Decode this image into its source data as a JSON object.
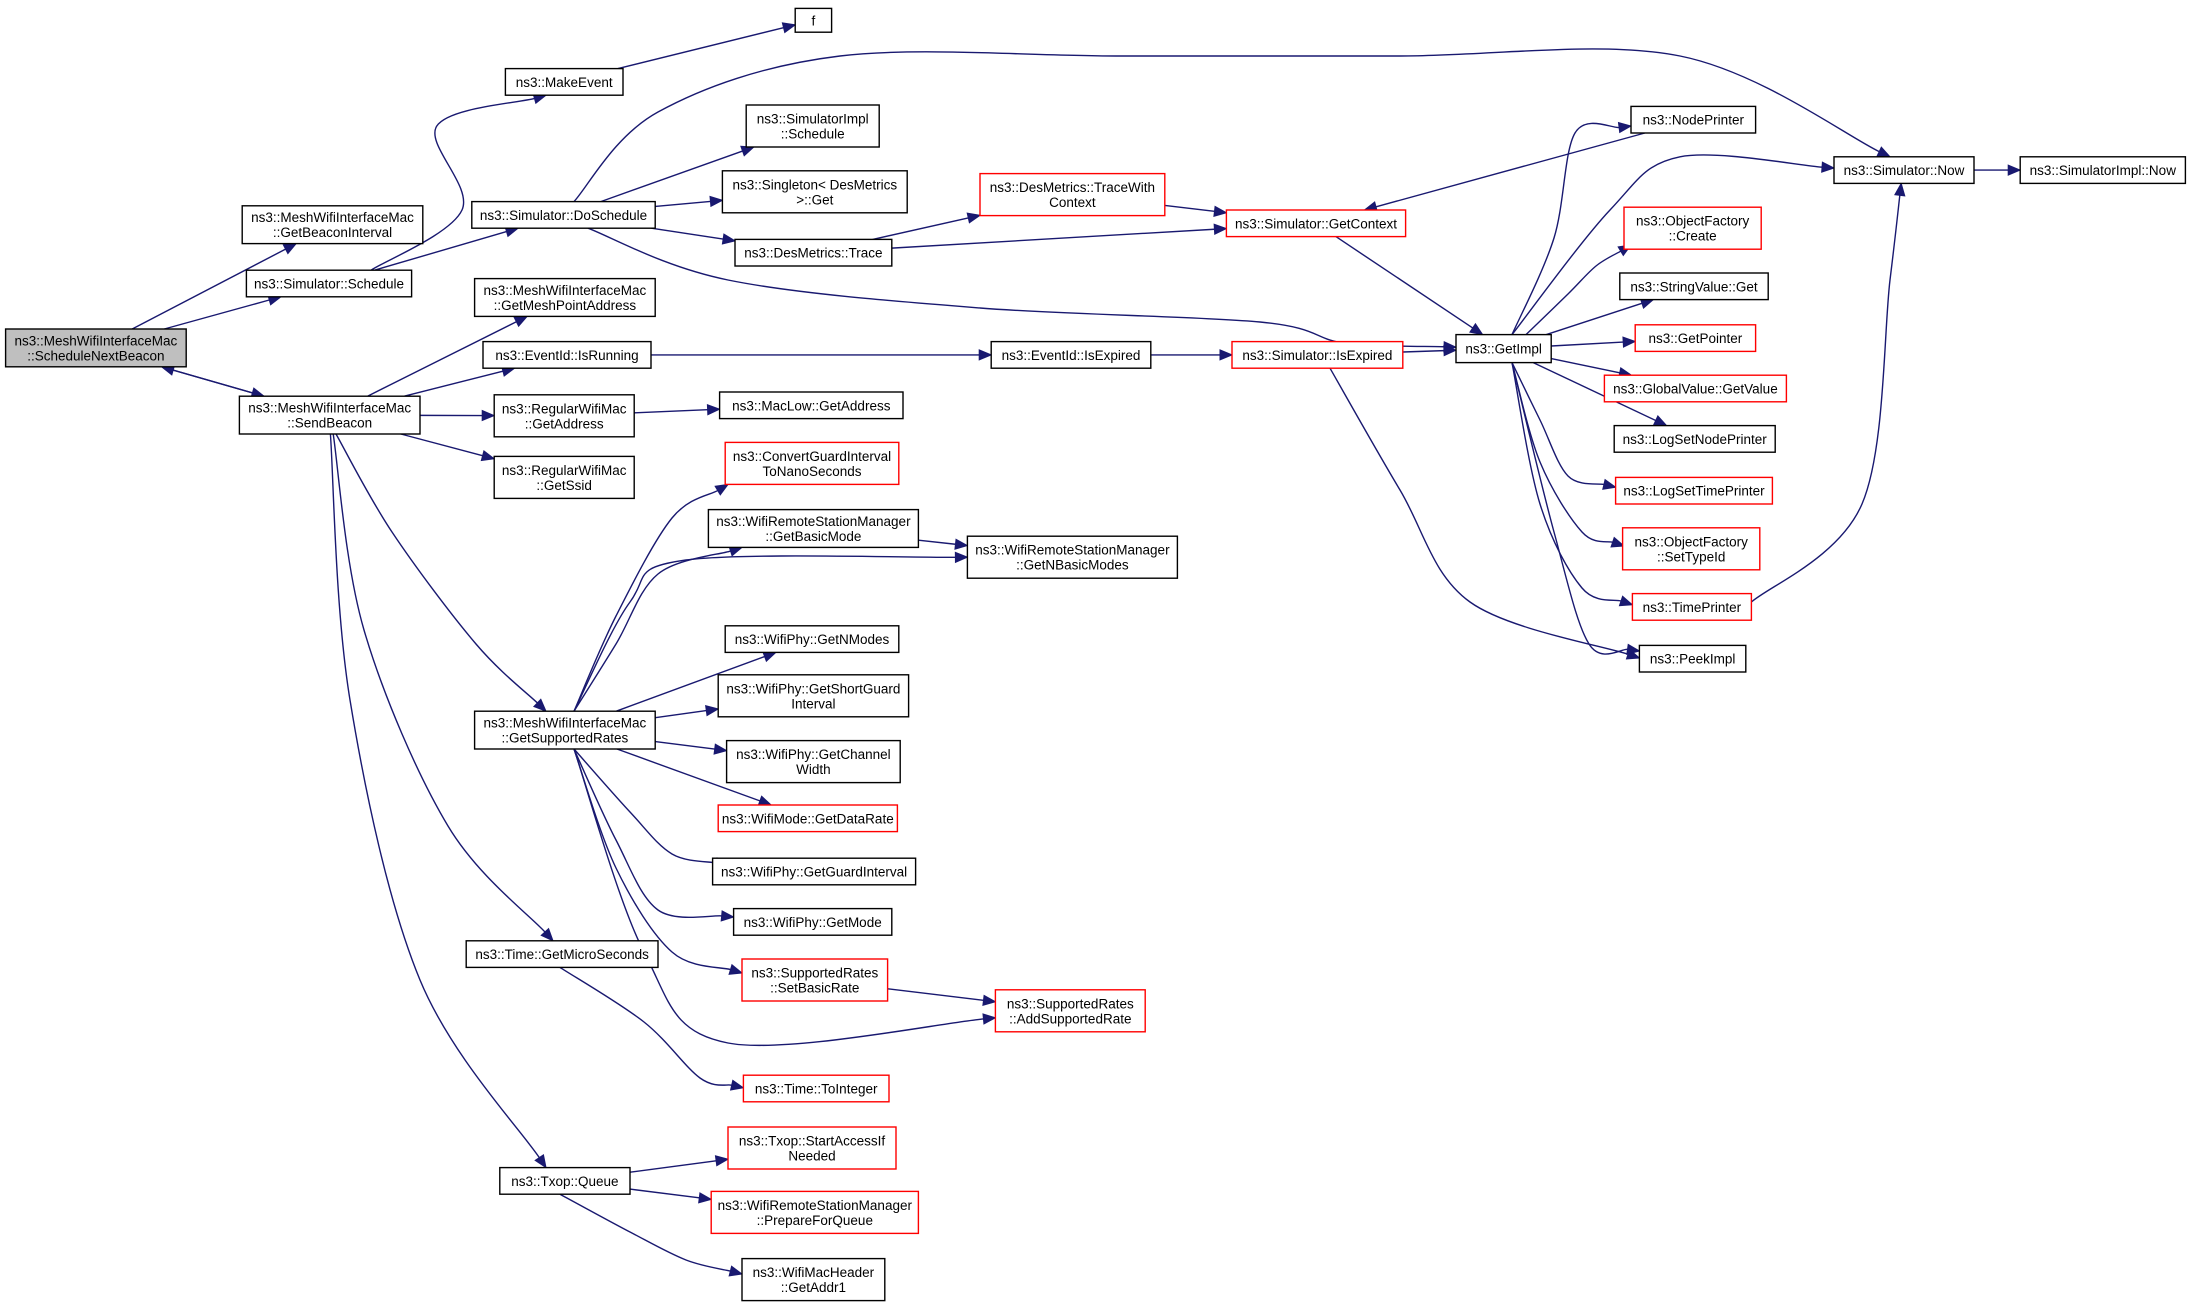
{
  "colors": {
    "edge": "#191970",
    "border_normal": "#000000",
    "border_link": "#ff0000",
    "root_fill": "#bfbfbf",
    "node_fill": "#ffffff"
  },
  "nodes": [
    {
      "id": "root",
      "lines": [
        "ns3::MeshWifiInterfaceMac",
        "::ScheduleNextBeacon"
      ],
      "style": "root"
    },
    {
      "id": "getBeaconInterval",
      "lines": [
        "ns3::MeshWifiInterfaceMac",
        "::GetBeaconInterval"
      ],
      "style": "normal"
    },
    {
      "id": "schedule",
      "lines": [
        "ns3::Simulator::Schedule"
      ],
      "style": "normal"
    },
    {
      "id": "sendBeacon",
      "lines": [
        "ns3::MeshWifiInterfaceMac",
        "::SendBeacon"
      ],
      "style": "normal"
    },
    {
      "id": "makeEvent",
      "lines": [
        "ns3::MakeEvent"
      ],
      "style": "normal"
    },
    {
      "id": "f",
      "lines": [
        "f"
      ],
      "style": "normal"
    },
    {
      "id": "doSchedule",
      "lines": [
        "ns3::Simulator::DoSchedule"
      ],
      "style": "normal"
    },
    {
      "id": "simImplSchedule",
      "lines": [
        "ns3::SimulatorImpl",
        "::Schedule"
      ],
      "style": "normal"
    },
    {
      "id": "singletonGet",
      "lines": [
        "ns3::Singleton< DesMetrics",
        ">::Get"
      ],
      "style": "normal"
    },
    {
      "id": "desTrace",
      "lines": [
        "ns3::DesMetrics::Trace"
      ],
      "style": "normal"
    },
    {
      "id": "desTraceWithContext",
      "lines": [
        "ns3::DesMetrics::TraceWith",
        "Context"
      ],
      "style": "link"
    },
    {
      "id": "getContext",
      "lines": [
        "ns3::Simulator::GetContext"
      ],
      "style": "link"
    },
    {
      "id": "getMeshPointAddress",
      "lines": [
        "ns3::MeshWifiInterfaceMac",
        "::GetMeshPointAddress"
      ],
      "style": "normal"
    },
    {
      "id": "isRunning",
      "lines": [
        "ns3::EventId::IsRunning"
      ],
      "style": "normal"
    },
    {
      "id": "eventIsExpired",
      "lines": [
        "ns3::EventId::IsExpired"
      ],
      "style": "normal"
    },
    {
      "id": "simIsExpired",
      "lines": [
        "ns3::Simulator::IsExpired"
      ],
      "style": "link"
    },
    {
      "id": "getImpl",
      "lines": [
        "ns3::GetImpl"
      ],
      "style": "normal"
    },
    {
      "id": "regGetAddress",
      "lines": [
        "ns3::RegularWifiMac",
        "::GetAddress"
      ],
      "style": "normal"
    },
    {
      "id": "macLowGetAddress",
      "lines": [
        "ns3::MacLow::GetAddress"
      ],
      "style": "normal"
    },
    {
      "id": "regGetSsid",
      "lines": [
        "ns3::RegularWifiMac",
        "::GetSsid"
      ],
      "style": "normal"
    },
    {
      "id": "convertGuard",
      "lines": [
        "ns3::ConvertGuardInterval",
        "ToNanoSeconds"
      ],
      "style": "link"
    },
    {
      "id": "getBasicMode",
      "lines": [
        "ns3::WifiRemoteStationManager",
        "::GetBasicMode"
      ],
      "style": "normal"
    },
    {
      "id": "getNBasicModes",
      "lines": [
        "ns3::WifiRemoteStationManager",
        "::GetNBasicModes"
      ],
      "style": "normal"
    },
    {
      "id": "getNModes",
      "lines": [
        "ns3::WifiPhy::GetNModes"
      ],
      "style": "normal"
    },
    {
      "id": "getShortGuard",
      "lines": [
        "ns3::WifiPhy::GetShortGuard",
        "Interval"
      ],
      "style": "normal"
    },
    {
      "id": "getSupportedRates",
      "lines": [
        "ns3::MeshWifiInterfaceMac",
        "::GetSupportedRates"
      ],
      "style": "normal"
    },
    {
      "id": "getChannelWidth",
      "lines": [
        "ns3::WifiPhy::GetChannel",
        "Width"
      ],
      "style": "normal"
    },
    {
      "id": "getDataRate",
      "lines": [
        "ns3::WifiMode::GetDataRate"
      ],
      "style": "link"
    },
    {
      "id": "getGuardInterval",
      "lines": [
        "ns3::WifiPhy::GetGuardInterval"
      ],
      "style": "normal"
    },
    {
      "id": "getMode",
      "lines": [
        "ns3::WifiPhy::GetMode"
      ],
      "style": "normal"
    },
    {
      "id": "setBasicRate",
      "lines": [
        "ns3::SupportedRates",
        "::SetBasicRate"
      ],
      "style": "link"
    },
    {
      "id": "addSupportedRate",
      "lines": [
        "ns3::SupportedRates",
        "::AddSupportedRate"
      ],
      "style": "link"
    },
    {
      "id": "getMicroSeconds",
      "lines": [
        "ns3::Time::GetMicroSeconds"
      ],
      "style": "normal"
    },
    {
      "id": "toInteger",
      "lines": [
        "ns3::Time::ToInteger"
      ],
      "style": "link"
    },
    {
      "id": "txopQueue",
      "lines": [
        "ns3::Txop::Queue"
      ],
      "style": "normal"
    },
    {
      "id": "startAccess",
      "lines": [
        "ns3::Txop::StartAccessIf",
        "Needed"
      ],
      "style": "link"
    },
    {
      "id": "prepareForQueue",
      "lines": [
        "ns3::WifiRemoteStationManager",
        "::PrepareForQueue"
      ],
      "style": "link"
    },
    {
      "id": "getAddr1",
      "lines": [
        "ns3::WifiMacHeader",
        "::GetAddr1"
      ],
      "style": "normal"
    },
    {
      "id": "nodePrinter",
      "lines": [
        "ns3::NodePrinter"
      ],
      "style": "normal"
    },
    {
      "id": "simNow",
      "lines": [
        "ns3::Simulator::Now"
      ],
      "style": "normal"
    },
    {
      "id": "simImplNow",
      "lines": [
        "ns3::SimulatorImpl::Now"
      ],
      "style": "normal"
    },
    {
      "id": "objFactoryCreate",
      "lines": [
        "ns3::ObjectFactory",
        "::Create"
      ],
      "style": "link"
    },
    {
      "id": "stringValueGet",
      "lines": [
        "ns3::StringValue::Get"
      ],
      "style": "normal"
    },
    {
      "id": "getPointer",
      "lines": [
        "ns3::GetPointer"
      ],
      "style": "link"
    },
    {
      "id": "globalGetValue",
      "lines": [
        "ns3::GlobalValue::GetValue"
      ],
      "style": "link"
    },
    {
      "id": "logSetNodePrinter",
      "lines": [
        "ns3::LogSetNodePrinter"
      ],
      "style": "normal"
    },
    {
      "id": "logSetTimePrinter",
      "lines": [
        "ns3::LogSetTimePrinter"
      ],
      "style": "link"
    },
    {
      "id": "objFactorySetTypeId",
      "lines": [
        "ns3::ObjectFactory",
        "::SetTypeId"
      ],
      "style": "link"
    },
    {
      "id": "timePrinter",
      "lines": [
        "ns3::TimePrinter"
      ],
      "style": "link"
    },
    {
      "id": "peekImpl",
      "lines": [
        "ns3::PeekImpl"
      ],
      "style": "normal"
    }
  ],
  "edges": [
    {
      "from": "root",
      "to": "getBeaconInterval"
    },
    {
      "from": "root",
      "to": "schedule"
    },
    {
      "from": "root",
      "to": "sendBeacon"
    },
    {
      "from": "sendBeacon",
      "to": "root"
    },
    {
      "from": "schedule",
      "to": "makeEvent"
    },
    {
      "from": "makeEvent",
      "to": "f"
    },
    {
      "from": "schedule",
      "to": "doSchedule"
    },
    {
      "from": "doSchedule",
      "to": "simImplSchedule"
    },
    {
      "from": "doSchedule",
      "to": "singletonGet"
    },
    {
      "from": "doSchedule",
      "to": "desTrace"
    },
    {
      "from": "doSchedule",
      "to": "simNow"
    },
    {
      "from": "doSchedule",
      "to": "getImpl"
    },
    {
      "from": "desTrace",
      "to": "desTraceWithContext"
    },
    {
      "from": "desTrace",
      "to": "getContext"
    },
    {
      "from": "desTraceWithContext",
      "to": "getContext"
    },
    {
      "from": "getContext",
      "to": "getImpl"
    },
    {
      "from": "nodePrinter",
      "to": "getContext"
    },
    {
      "from": "sendBeacon",
      "to": "getMeshPointAddress"
    },
    {
      "from": "sendBeacon",
      "to": "isRunning"
    },
    {
      "from": "sendBeacon",
      "to": "regGetAddress"
    },
    {
      "from": "sendBeacon",
      "to": "regGetSsid"
    },
    {
      "from": "sendBeacon",
      "to": "getSupportedRates"
    },
    {
      "from": "sendBeacon",
      "to": "getMicroSeconds"
    },
    {
      "from": "sendBeacon",
      "to": "txopQueue"
    },
    {
      "from": "isRunning",
      "to": "eventIsExpired"
    },
    {
      "from": "eventIsExpired",
      "to": "simIsExpired"
    },
    {
      "from": "simIsExpired",
      "to": "getImpl"
    },
    {
      "from": "simIsExpired",
      "to": "peekImpl"
    },
    {
      "from": "regGetAddress",
      "to": "macLowGetAddress"
    },
    {
      "from": "getSupportedRates",
      "to": "convertGuard"
    },
    {
      "from": "getSupportedRates",
      "to": "getBasicMode"
    },
    {
      "from": "getSupportedRates",
      "to": "getNBasicModes"
    },
    {
      "from": "getSupportedRates",
      "to": "getNModes"
    },
    {
      "from": "getSupportedRates",
      "to": "getShortGuard"
    },
    {
      "from": "getSupportedRates",
      "to": "getChannelWidth"
    },
    {
      "from": "getSupportedRates",
      "to": "getDataRate"
    },
    {
      "from": "getSupportedRates",
      "to": "getGuardInterval"
    },
    {
      "from": "getSupportedRates",
      "to": "getMode"
    },
    {
      "from": "getSupportedRates",
      "to": "setBasicRate"
    },
    {
      "from": "getSupportedRates",
      "to": "addSupportedRate"
    },
    {
      "from": "getBasicMode",
      "to": "getNBasicModes"
    },
    {
      "from": "setBasicRate",
      "to": "addSupportedRate"
    },
    {
      "from": "getMicroSeconds",
      "to": "toInteger"
    },
    {
      "from": "txopQueue",
      "to": "startAccess"
    },
    {
      "from": "txopQueue",
      "to": "prepareForQueue"
    },
    {
      "from": "txopQueue",
      "to": "getAddr1"
    },
    {
      "from": "getImpl",
      "to": "nodePrinter"
    },
    {
      "from": "getImpl",
      "to": "simNow"
    },
    {
      "from": "getImpl",
      "to": "objFactoryCreate"
    },
    {
      "from": "getImpl",
      "to": "stringValueGet"
    },
    {
      "from": "getImpl",
      "to": "getPointer"
    },
    {
      "from": "getImpl",
      "to": "globalGetValue"
    },
    {
      "from": "getImpl",
      "to": "logSetNodePrinter"
    },
    {
      "from": "getImpl",
      "to": "logSetTimePrinter"
    },
    {
      "from": "getImpl",
      "to": "objFactorySetTypeId"
    },
    {
      "from": "getImpl",
      "to": "timePrinter"
    },
    {
      "from": "getImpl",
      "to": "peekImpl"
    },
    {
      "from": "simNow",
      "to": "simImplNow"
    },
    {
      "from": "timePrinter",
      "to": "simNow"
    }
  ]
}
